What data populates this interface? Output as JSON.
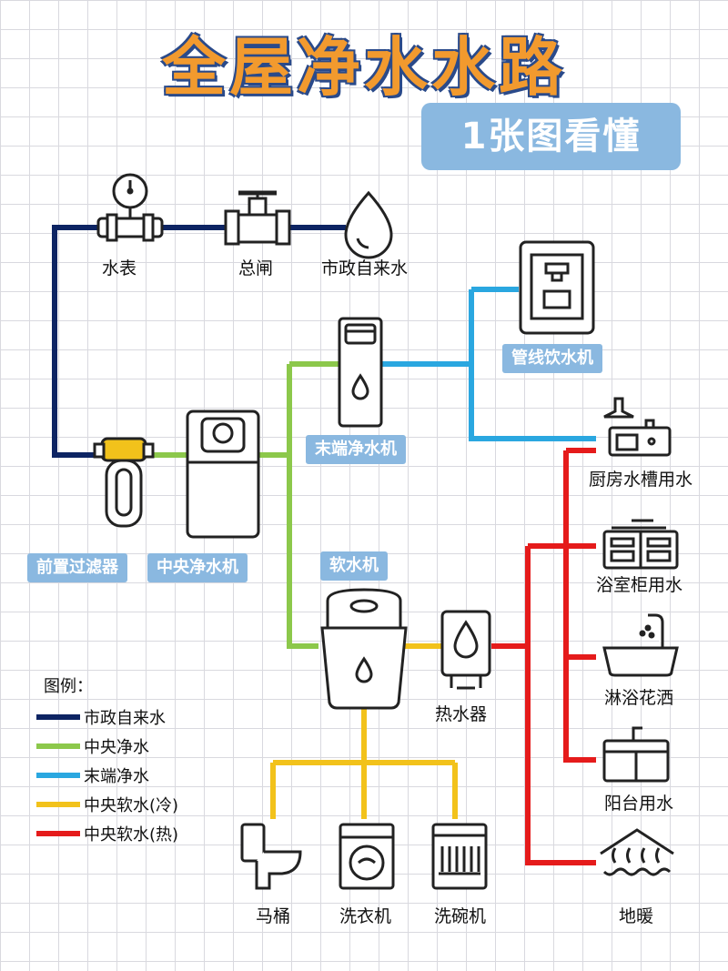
{
  "title": "全屋净水水路",
  "subtitle": "1张图看懂",
  "nodes": {
    "meter": "水表",
    "valve": "总闸",
    "municipal": "市政自来水",
    "pipeline_dispenser": "管线饮水机",
    "terminal_purifier": "末端净水机",
    "kitchen": "厨房水槽用水",
    "bathroom_cabinet": "浴室柜用水",
    "shower": "淋浴花洒",
    "balcony": "阳台用水",
    "floor_heating": "地暖",
    "prefilter": "前置过滤器",
    "central_purifier": "中央净水机",
    "softener": "软水机",
    "heater": "热水器",
    "toilet": "马桶",
    "washer": "洗衣机",
    "dishwasher": "洗碗机"
  },
  "legend": {
    "title": "图例：",
    "items": [
      {
        "label": "市政自来水",
        "color": "#0d2463"
      },
      {
        "label": "中央净水",
        "color": "#8cc84b"
      },
      {
        "label": "末端净水",
        "color": "#2aa7e0"
      },
      {
        "label": "中央软水(冷)",
        "color": "#f2c21b"
      },
      {
        "label": "中央软水(热)",
        "color": "#e51b1b"
      }
    ]
  }
}
